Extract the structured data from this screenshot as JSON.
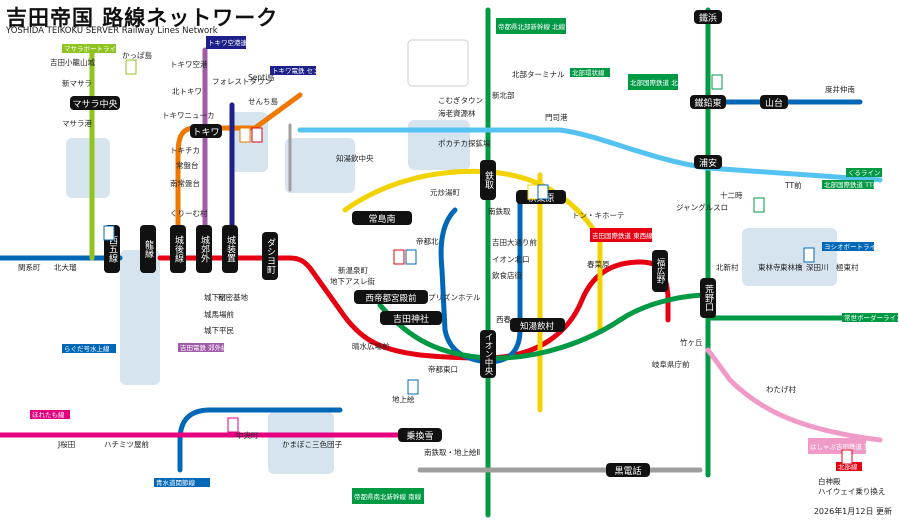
{
  "header": {
    "title": "吉田帝国 路線ネットワーク",
    "subtitle": "YOSHIDA TEIKOKU SERVER Railway Lines Network",
    "updated": "2026年1月12日 更新"
  },
  "colors": {
    "red": "#e60012",
    "blue": "#0068b7",
    "green": "#009944",
    "yellow": "#f2d300",
    "orange": "#ee7800",
    "cyan": "#54c3f1",
    "purple": "#a05ca8",
    "magenta": "#e4007f",
    "lightgreen": "#8fc31f",
    "navy": "#1d2088",
    "pink": "#f09ac8",
    "gray": "#9e9e9e",
    "brown": "#8b4513",
    "zone": "#d6e4f0"
  },
  "hubs": [
    {
      "label": "西五線"
    },
    {
      "label": "龍縁"
    },
    {
      "label": "城後線"
    },
    {
      "label": "城郊外"
    },
    {
      "label": "城装置"
    },
    {
      "label": "ダシヨ町"
    },
    {
      "label": "常島南"
    },
    {
      "label": "秋葉原"
    },
    {
      "label": "鉄取"
    },
    {
      "label": "吉田神社"
    },
    {
      "label": "西帝都宮殿前"
    },
    {
      "label": "知湯飲村"
    },
    {
      "label": "イオン中央"
    },
    {
      "label": "浦安"
    },
    {
      "label": "山台"
    },
    {
      "label": "鐵鉛東"
    },
    {
      "label": "鐵浜"
    },
    {
      "label": "荒野口"
    },
    {
      "label": "乗換雪"
    },
    {
      "label": "黒電話"
    },
    {
      "label": "マサラ中央"
    },
    {
      "label": "トキワ"
    },
    {
      "label": "福広野"
    }
  ],
  "stations": [
    {
      "label": "吉田小籠山城"
    },
    {
      "label": "新マサラ"
    },
    {
      "label": "マサラ港"
    },
    {
      "label": "かっぱ島"
    },
    {
      "label": "トキワ空港"
    },
    {
      "label": "北トキワ"
    },
    {
      "label": "トキワニューカ"
    },
    {
      "label": "トキチカ"
    },
    {
      "label": "常盤台"
    },
    {
      "label": "南常盤台"
    },
    {
      "label": "くりーむ村"
    },
    {
      "label": "フォレストタウン"
    },
    {
      "label": "Senti島"
    },
    {
      "label": "せんち島"
    },
    {
      "label": "こむぎタウン"
    },
    {
      "label": "海老資源林"
    },
    {
      "label": "ポカチカ探鉱場"
    },
    {
      "label": "知湯飲中央"
    },
    {
      "label": "元炒湯町"
    },
    {
      "label": "門司港"
    },
    {
      "label": "南鉄取"
    },
    {
      "label": "吉田大通り前"
    },
    {
      "label": "イオン北口"
    },
    {
      "label": "飲食店街"
    },
    {
      "label": "トン・キホーテ"
    },
    {
      "label": "春菜原"
    },
    {
      "label": "帝都北"
    },
    {
      "label": "新温泉町"
    },
    {
      "label": "地下アスレ街"
    },
    {
      "label": "プリズンホテル"
    },
    {
      "label": "西春"
    },
    {
      "label": "城下町"
    },
    {
      "label": "城馬場前"
    },
    {
      "label": "城下平民"
    },
    {
      "label": "中央町"
    },
    {
      "label": "北大瑠"
    },
    {
      "label": "関系町"
    },
    {
      "label": "竹ヶ丘"
    },
    {
      "label": "帝都東口"
    },
    {
      "label": "地上絵"
    },
    {
      "label": "十二時"
    },
    {
      "label": "TT前"
    },
    {
      "label": "度井仲南"
    },
    {
      "label": "北新村"
    },
    {
      "label": "東林寺"
    },
    {
      "label": "東林橋"
    },
    {
      "label": "深田川"
    },
    {
      "label": "極東村"
    },
    {
      "label": "白神殿"
    },
    {
      "label": "ハイウェイ乗り換え"
    },
    {
      "label": "J桜田"
    },
    {
      "label": "ハチミツ屋前"
    },
    {
      "label": "ジャングルスロ"
    },
    {
      "label": "秘密基地"
    },
    {
      "label": "かまぼこ三色団子"
    },
    {
      "label": "新北部"
    },
    {
      "label": "北部ターミナル"
    },
    {
      "label": "晴水広場前"
    },
    {
      "label": "岐阜県庁前"
    },
    {
      "label": "わたげ村"
    },
    {
      "label": "南鉄取・地上絵Ⅱ"
    }
  ],
  "line_labels": [
    {
      "label": "マサラボートライン"
    },
    {
      "label": "トキワ空港連絡"
    },
    {
      "label": "トキワ電鉄 セント線"
    },
    {
      "label": "帝都県北部新幹線 北線"
    },
    {
      "label": "北部環状線"
    },
    {
      "label": "吉田国際鉄道 東西線"
    },
    {
      "label": "北部国際鉄道 北部国際線"
    },
    {
      "label": "ヨシオボートライン"
    },
    {
      "label": "らぐだ号水上線"
    },
    {
      "label": "常世ボーダーライン"
    },
    {
      "label": "ほれたも線"
    },
    {
      "label": "青水道関節線"
    },
    {
      "label": "帝都県南北新幹線 南線"
    },
    {
      "label": "北部線"
    },
    {
      "label": "くるライン"
    },
    {
      "label": "吉田電鉄 郊外線"
    },
    {
      "label": "はしゃぷ吉田鉄道 第一郊外線"
    },
    {
      "label": "北部国際鉄道 TT線"
    }
  ]
}
